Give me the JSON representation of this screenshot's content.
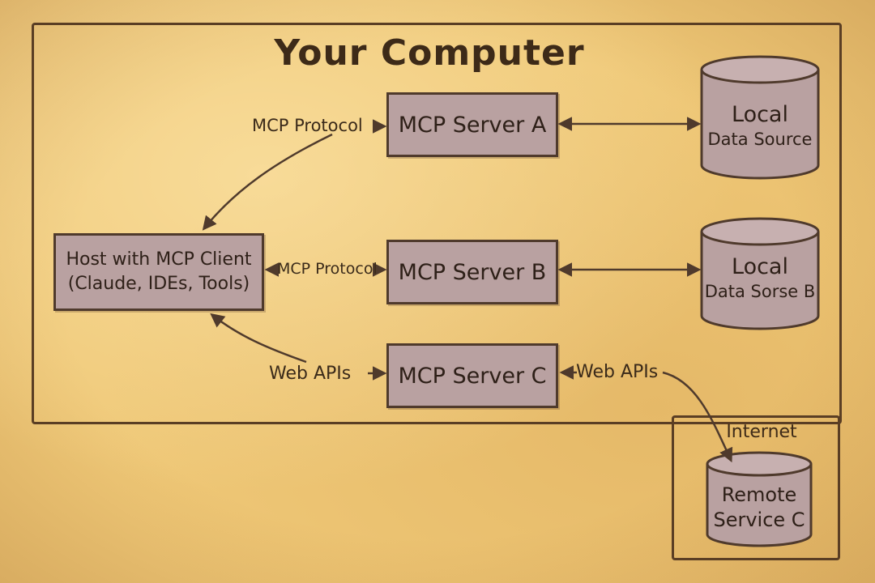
{
  "title": "Your Computer",
  "internet_label": "Internet",
  "host": {
    "line1": "Host with MCP Client",
    "line2": "(Claude, IDEs, Tools)"
  },
  "servers": {
    "a": "MCP Server A",
    "b": "MCP Server B",
    "c": "MCP Server C"
  },
  "data_sources": {
    "a": {
      "line1": "Local",
      "line2": "Data Source"
    },
    "b": {
      "line1": "Local",
      "line2": "Data Sorse B"
    },
    "c": {
      "line1": "Remote",
      "line2": "Service C"
    }
  },
  "connections": {
    "protocol_a": "MCP Protocol",
    "protocol_b": "MCP Protocol",
    "web_left": "Web APIs",
    "web_right": "Web APIs"
  },
  "colors": {
    "background": "#efc877",
    "box_fill": "#b9a1a1",
    "stroke": "#4f3a2c"
  }
}
